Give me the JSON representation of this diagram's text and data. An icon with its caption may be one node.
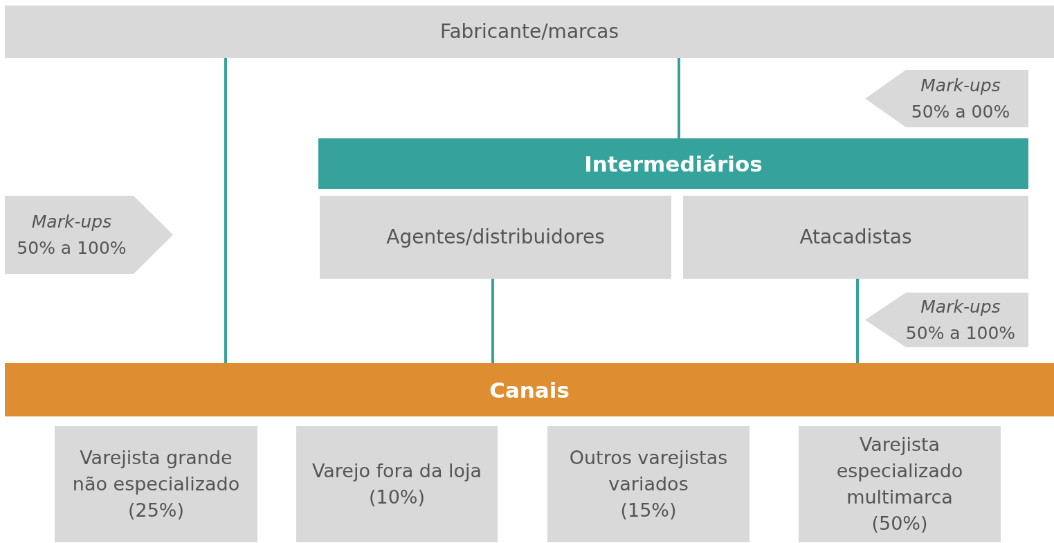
{
  "diagram": {
    "nodes": [
      {
        "text": [
          "Fabricante/marcas"
        ]
      },
      {
        "text": [
          "Mark-ups",
          "50% a 00%"
        ]
      },
      {
        "text": [
          "Intermediários"
        ]
      },
      {
        "text": [
          "Mark-ups",
          "50% a 100%"
        ]
      },
      {
        "text": [
          "Agentes/distribuidores"
        ]
      },
      {
        "text": [
          "Atacadistas"
        ]
      },
      {
        "text": [
          "Mark-ups",
          "50% a 100%"
        ]
      },
      {
        "text": [
          "Canais"
        ]
      },
      {
        "text": [
          "Varejista grande não especializado",
          "(25%)"
        ]
      },
      {
        "text": [
          "Varejo fora da loja",
          "(10%)"
        ]
      },
      {
        "text": [
          "Outros varejistas variados",
          "(15%)"
        ]
      },
      {
        "text": [
          "Varejista especializado multimarca",
          "(50%)"
        ]
      }
    ],
    "edges": [
      {
        "from": 0,
        "to": 7,
        "arrow": "none"
      },
      {
        "from": 0,
        "to": 2,
        "arrow": "none"
      },
      {
        "from": 4,
        "to": 7,
        "arrow": "none"
      },
      {
        "from": 5,
        "to": 7,
        "arrow": "none"
      }
    ]
  }
}
